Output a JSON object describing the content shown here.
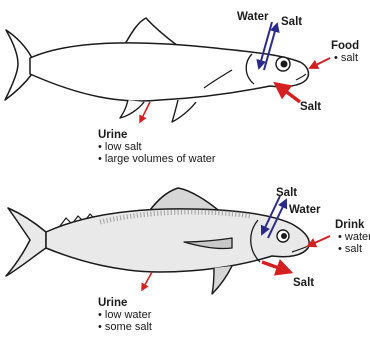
{
  "freshwater_fish": {
    "water_label": "Water",
    "salt_label": "Salt",
    "food_label": "Food",
    "food_items": [
      "• salt"
    ],
    "salt_out_label": "Salt",
    "urine_label": "Urine",
    "urine_items": [
      "• low salt",
      "• large volumes of water"
    ]
  },
  "saltwater_fish": {
    "salt_label": "Salt",
    "water_label": "Water",
    "drink_label": "Drink",
    "drink_items": [
      "• water",
      "• salt"
    ],
    "salt_out_label": "Salt",
    "urine_label": "Urine",
    "urine_items": [
      "• low water",
      "• some salt"
    ]
  },
  "colors": {
    "water_arrow": "#2a2a8c",
    "salt_arrow": "#d42020",
    "outline": "#1a1a1a",
    "saltwater_body": "#e9e9e9"
  }
}
